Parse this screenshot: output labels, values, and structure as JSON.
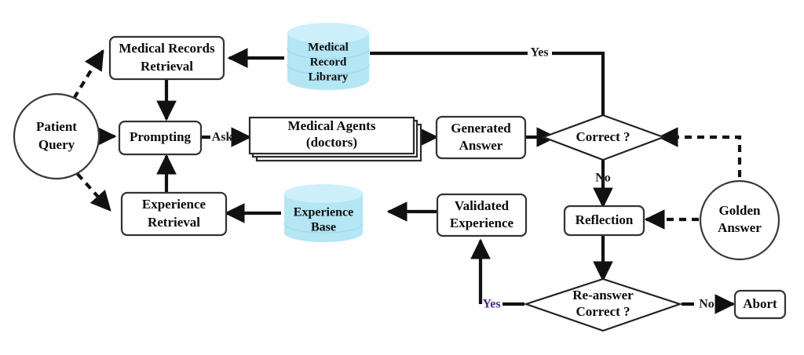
{
  "diagram": {
    "title": "Medical multi-agent retrieval and reflection flowchart",
    "colors": {
      "line": "#111111",
      "box_stroke": "#333333",
      "cylinder_fill": "#b4e6f4",
      "cylinder_top": "#cdf0fa",
      "accent_label": "#4b2a8c",
      "background": "#ffffff"
    },
    "nodes": {
      "patient_query": {
        "label_line1": "Patient",
        "label_line2": "Query",
        "shape": "circle"
      },
      "medical_records_retrieval": {
        "label_line1": "Medical Records",
        "label_line2": "Retrieval",
        "shape": "rounded-box"
      },
      "prompting": {
        "label_line1": "Prompting",
        "label_line2": "",
        "shape": "rounded-box"
      },
      "experience_retrieval": {
        "label_line1": "Experience",
        "label_line2": "Retrieval",
        "shape": "rounded-box"
      },
      "medical_record_library": {
        "label_line1": "Medical",
        "label_line2": "Record",
        "label_line3": "Library",
        "shape": "cylinder"
      },
      "medical_agents": {
        "label_line1": "Medical Agents",
        "label_line2": "(doctors)",
        "shape": "stacked-box"
      },
      "generated_answer": {
        "label_line1": "Generated",
        "label_line2": "Answer",
        "shape": "rounded-box"
      },
      "correct_decision": {
        "label_line1": "Correct ?",
        "label_line2": "",
        "shape": "diamond"
      },
      "golden_answer": {
        "label_line1": "Golden",
        "label_line2": "Answer",
        "shape": "circle"
      },
      "reflection": {
        "label_line1": "Reflection",
        "label_line2": "",
        "shape": "rounded-box"
      },
      "reanswer_decision": {
        "label_line1": "Re-answer",
        "label_line2": "Correct ?",
        "shape": "diamond"
      },
      "abort": {
        "label_line1": "Abort",
        "label_line2": "",
        "shape": "rounded-box"
      },
      "validated_experience": {
        "label_line1": "Validated",
        "label_line2": "Experience",
        "shape": "rounded-box"
      },
      "experience_base": {
        "label_line1": "Experience",
        "label_line2": "Base",
        "shape": "cylinder"
      }
    },
    "edge_labels": {
      "ask": "Ask",
      "yes_top": "Yes",
      "no_correct": "No",
      "no_reanswer": "No",
      "yes_reanswer": "Yes"
    }
  }
}
